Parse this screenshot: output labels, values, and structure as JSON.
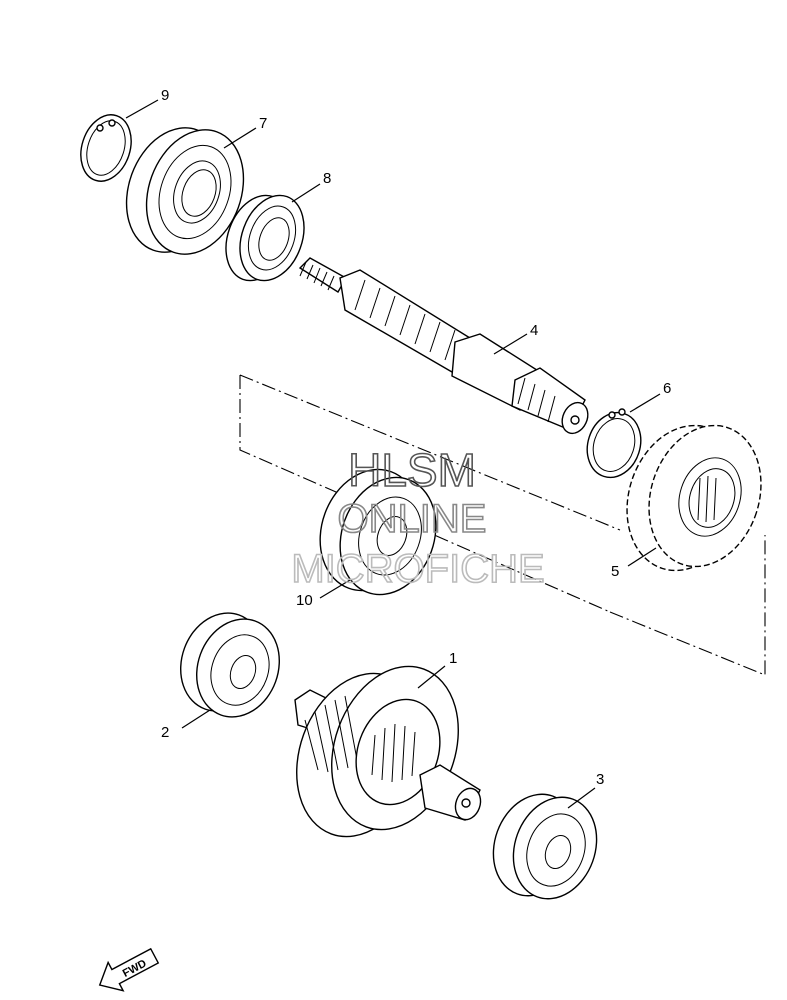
{
  "callouts": {
    "c1": "1",
    "c2": "2",
    "c3": "3",
    "c4": "4",
    "c5": "5",
    "c6": "6",
    "c7": "7",
    "c8": "8",
    "c9": "9",
    "c10": "10"
  },
  "watermark": {
    "line1": "HLSM",
    "line2": "ONLINE",
    "line3": "MICROFICHE",
    "color1": "#555555",
    "color2": "#888888",
    "color3": "#bbbbbb"
  },
  "fwd_badge": "FWD"
}
